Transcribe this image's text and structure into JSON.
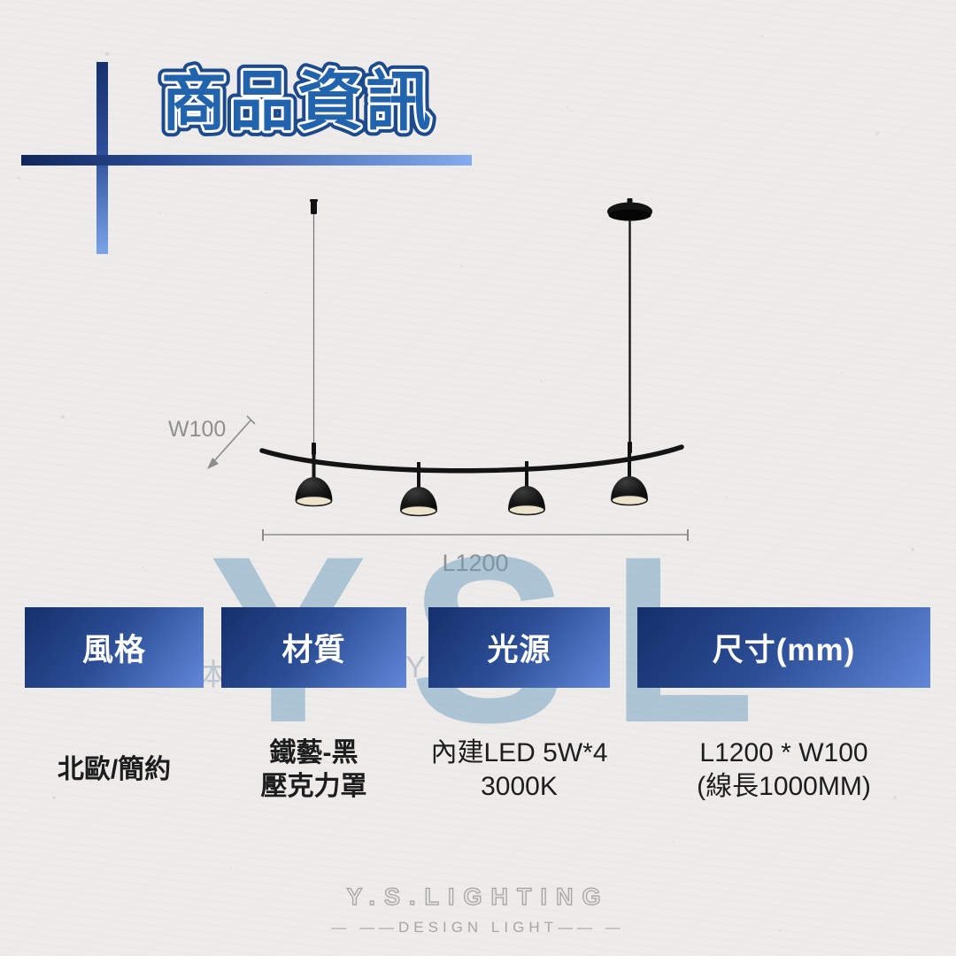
{
  "header": {
    "title": "商品資訊",
    "accent_dark": "#10275c",
    "accent_light": "#84abee",
    "title_fill": "#2263ae",
    "title_outline": "#1d4a8c"
  },
  "diagram": {
    "width_label": "W100",
    "length_label": "L1200",
    "lamp_heads": 4,
    "lamp_color": "#1a1a1a",
    "annotation_color": "#8f8f8f"
  },
  "watermark": {
    "text": "YSL",
    "small_left": "体",
    "small_right": "Y",
    "color": "#aecbdf"
  },
  "spec": {
    "columns": [
      {
        "header": "風格",
        "lines": [
          "北歐/簡約"
        ]
      },
      {
        "header": "材質",
        "lines": [
          "鐵藝-黑",
          "壓克力罩"
        ]
      },
      {
        "header": "光源",
        "lines": [
          "內建LED 5W*4",
          "3000K"
        ]
      },
      {
        "header": "尺寸(mm)",
        "lines": [
          "L1200 * W100",
          "(線長1000MM)"
        ]
      }
    ],
    "header_gradient_start": "#142f6b",
    "header_gradient_end": "#6287d8"
  },
  "footer": {
    "brand": "Y.S.LIGHTING",
    "dash_left": "— ——",
    "tagline": "DESIGN LIGHT",
    "dash_right": "—— —"
  }
}
